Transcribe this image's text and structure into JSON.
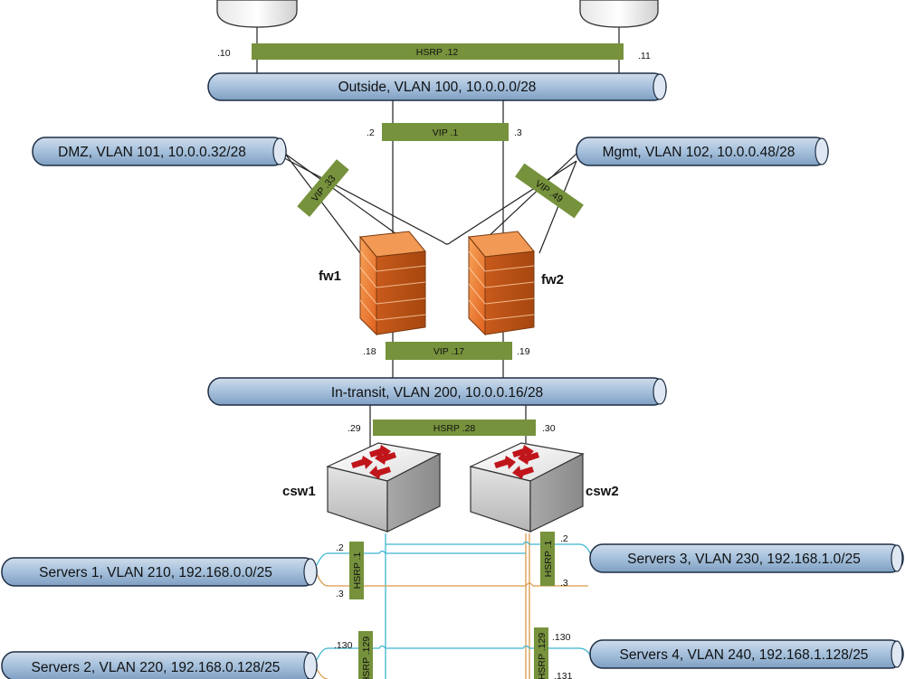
{
  "segments": {
    "outside": "Outside, VLAN 100, 10.0.0.0/28",
    "dmz": "DMZ, VLAN 101, 10.0.0.32/28",
    "mgmt": "Mgmt, VLAN 102, 10.0.0.48/28",
    "transit": "In-transit, VLAN 200, 10.0.0.16/28",
    "servers1": "Servers 1, VLAN 210, 192.168.0.0/25",
    "servers2": "Servers 2, VLAN 220, 192.168.0.128/25",
    "servers3": "Servers 3, VLAN 230, 192.168.1.0/25",
    "servers4": "Servers 4, VLAN 240, 192.168.1.128/25"
  },
  "virtual_ips": {
    "outside_hsrp": "HSRP .12",
    "outside_vip": "VIP .1",
    "dmz_vip": "VIP .33",
    "mgmt_vip": "VIP .49",
    "transit_vip": "VIP .17",
    "transit_hsrp": "HSRP .28",
    "s1_hsrp": "HSRP .1",
    "s2_hsrp": "HSRP .129",
    "s3_hsrp": "HSRP .1",
    "s4_hsrp": "HSRP .129"
  },
  "addresses": {
    "r1_outside": ".10",
    "r2_outside": ".11",
    "fw1_outside": ".2",
    "fw2_outside": ".3",
    "fw1_transit": ".18",
    "fw2_transit": ".19",
    "csw1_transit": ".29",
    "csw2_transit": ".30",
    "s1_top": ".2",
    "s1_bottom": ".3",
    "s3_top": ".2",
    "s3_bottom": ".3",
    "s2_top": ".130",
    "s4_top": ".130",
    "s4_bottom": ".131"
  },
  "devices": {
    "fw1": "fw1",
    "fw2": "fw2",
    "csw1": "csw1",
    "csw2": "csw2"
  },
  "colors": {
    "segment_fill": "#a9c3de",
    "segment_stroke": "#1f2f45",
    "vip_fill": "#76923c",
    "firewall": "#ea7a2c",
    "switch_arrow": "#c0151b",
    "link_cyan": "#3fb5d2",
    "link_orange": "#d99a4b"
  }
}
